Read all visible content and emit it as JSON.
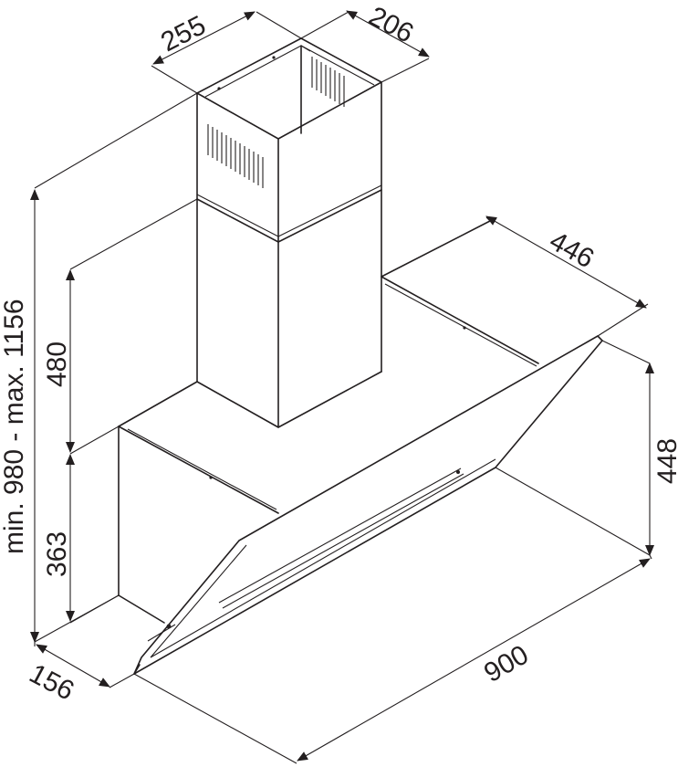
{
  "dimensions": {
    "chimney_width": "255",
    "chimney_depth": "206",
    "height_range": "min. 980 - max. 1156",
    "chimney_height": "480",
    "hood_body_height": "363",
    "hood_depth": "446",
    "glass_height": "448",
    "wall_offset": "156",
    "hood_width": "900"
  },
  "colors": {
    "line": "#231f20",
    "background": "#ffffff"
  }
}
